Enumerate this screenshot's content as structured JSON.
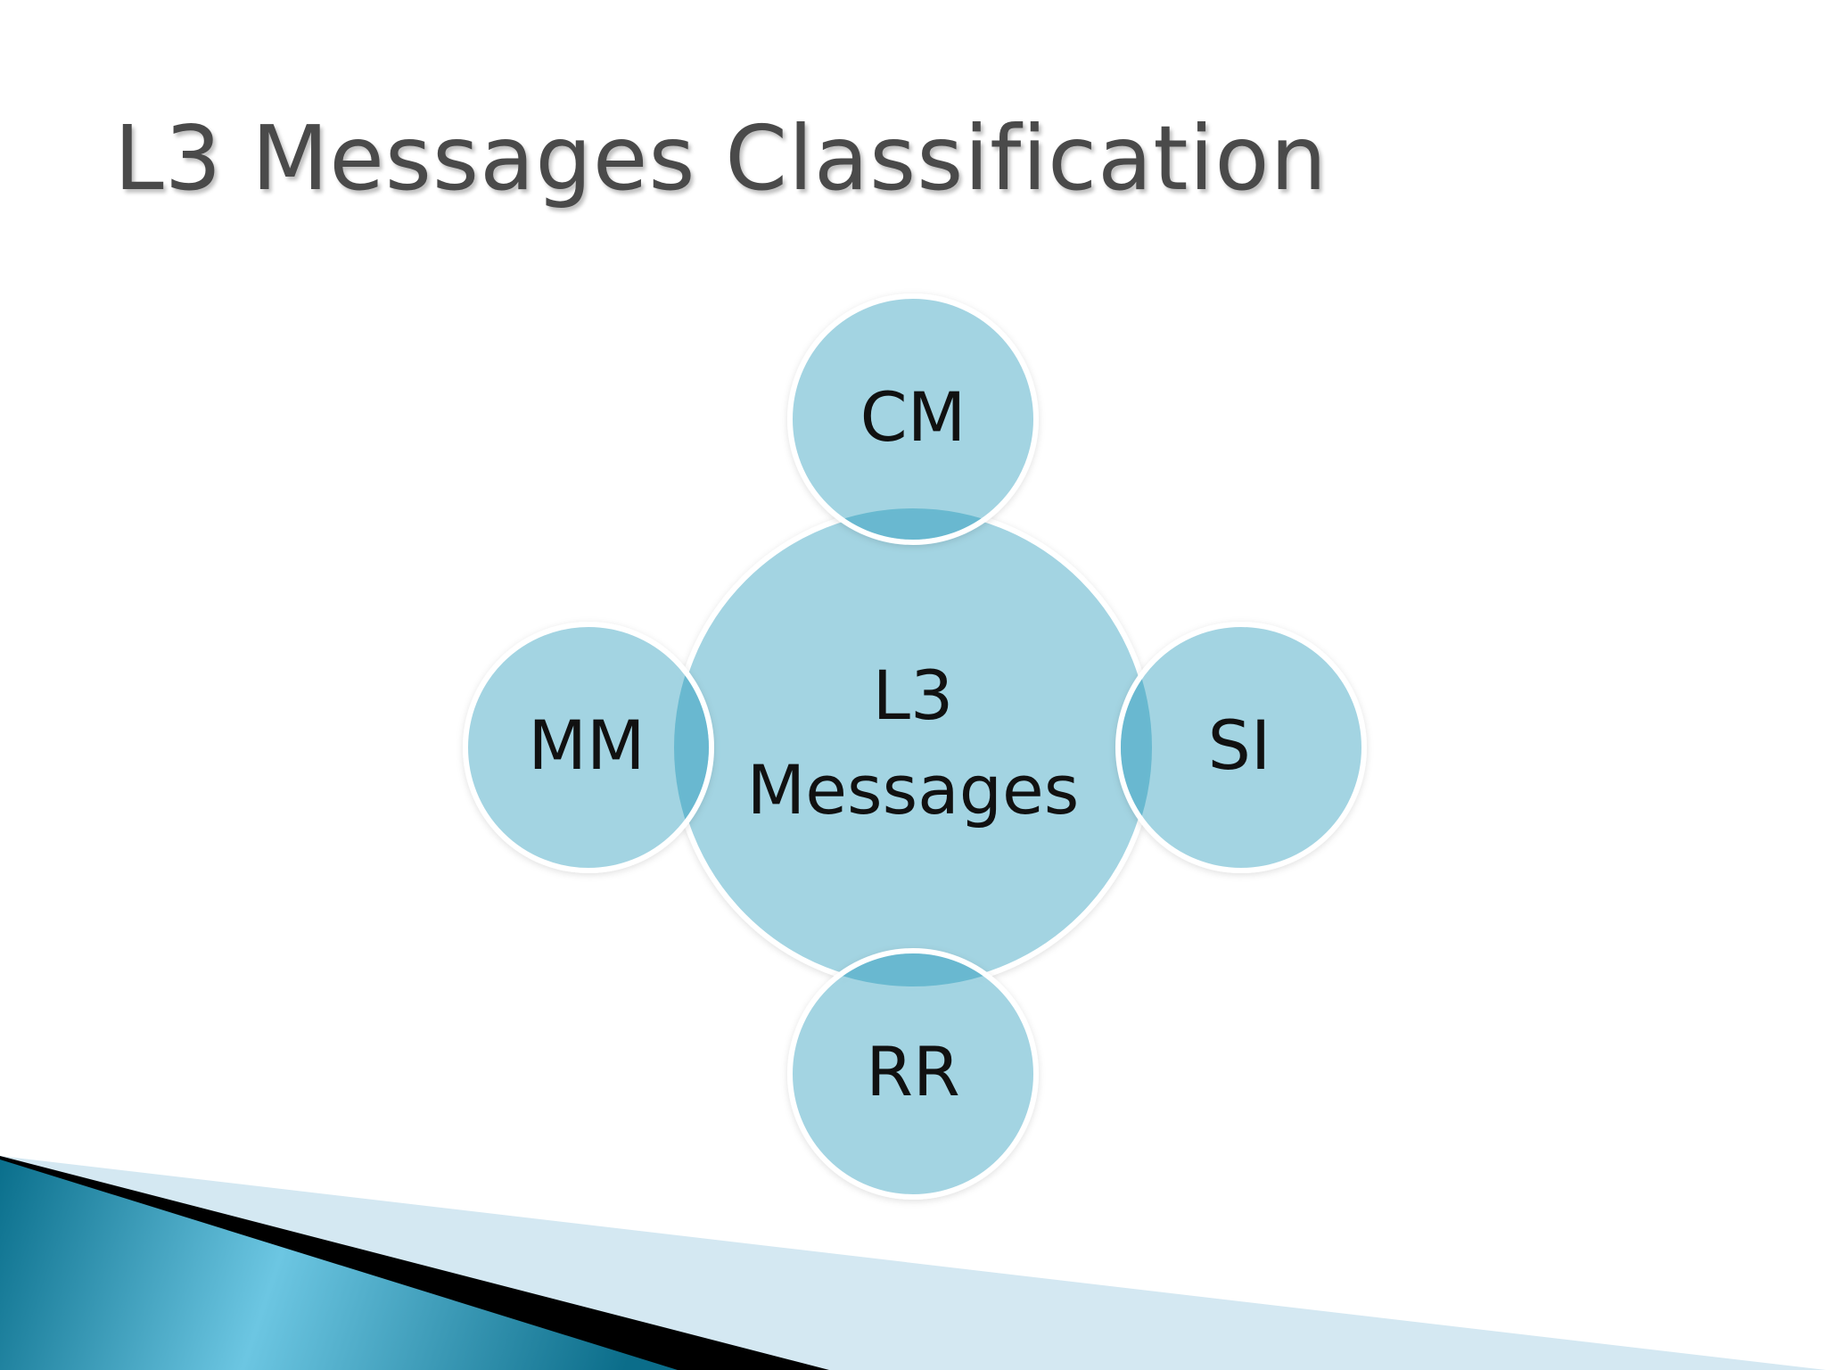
{
  "slide": {
    "title": "L3 Messages Classification"
  },
  "diagram": {
    "center": {
      "label_line1": "L3",
      "label_line2": "Messages"
    },
    "nodes": {
      "top": "CM",
      "left": "MM",
      "right": "SI",
      "bottom": "RR"
    },
    "colors": {
      "circle_fill": "#9fd3e2",
      "circle_stroke": "#ffffff",
      "overlap_fill": "#5fb4cc",
      "accent_dark": "#0a6f8c",
      "accent_light": "#6cc6e2",
      "band_light": "#d4e8f2",
      "band_black": "#000000"
    }
  }
}
